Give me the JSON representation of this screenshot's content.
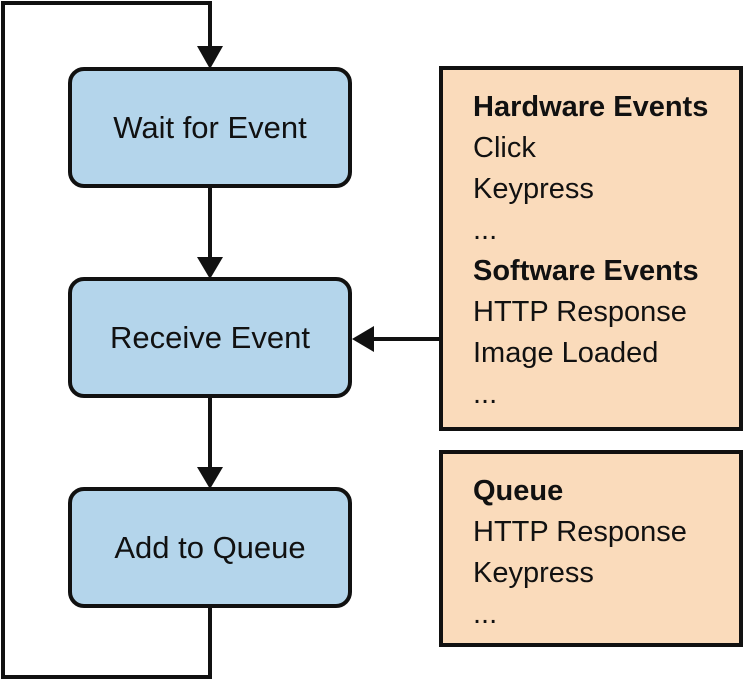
{
  "steps": {
    "wait": "Wait for Event",
    "receive": "Receive Event",
    "queue": "Add to Queue"
  },
  "event_sources": {
    "hardware": {
      "heading": "Hardware Events",
      "items": [
        "Click",
        "Keypress",
        "..."
      ]
    },
    "software": {
      "heading": "Software Events",
      "items": [
        "HTTP Response",
        "Image Loaded",
        "..."
      ]
    }
  },
  "queue_panel": {
    "heading": "Queue",
    "items": [
      "HTTP Response",
      "Keypress",
      "..."
    ]
  },
  "colors": {
    "step_fill": "#b4d5eb",
    "step_stroke": "#111111",
    "panel_fill": "#fadbbb",
    "panel_stroke": "#111111",
    "line": "#111111"
  }
}
